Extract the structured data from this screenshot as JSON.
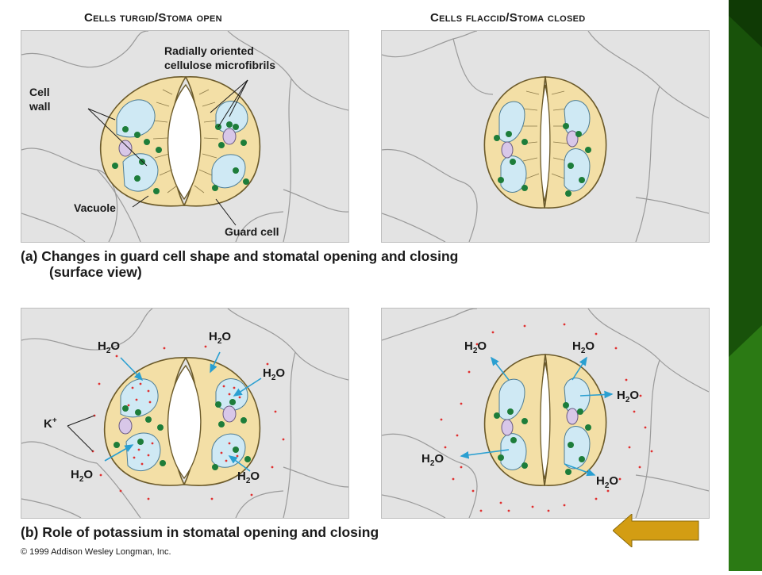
{
  "panel_a": {
    "title_open": "Cells turgid/Stoma open",
    "title_closed": "Cells flaccid/Stoma closed",
    "label_microfibrils_1": "Radially oriented",
    "label_microfibrils_2": "cellulose microfibrils",
    "label_cell_wall_1": "Cell",
    "label_cell_wall_2": "wall",
    "label_vacuole": "Vacuole",
    "label_guard_cell": "Guard cell",
    "caption_1": "(a) Changes in guard cell shape and stomatal opening and closing",
    "caption_2": "(surface view)"
  },
  "panel_b": {
    "water": "H",
    "water_sub": "2",
    "water_tail": "O",
    "ion": "K",
    "ion_sup": "+",
    "caption": "(b) Role of potassium in stomatal opening and closing"
  },
  "copyright": "© 1999 Addison Wesley Longman, Inc.",
  "colors": {
    "panel_bg": "#e3e3e3",
    "cell_wall_fill": "#f3dfa6",
    "pore_fill": "#ffffff",
    "vacuole_fill": "#cfe9f4",
    "chloroplast": "#1d7d3a",
    "nucleus_fill": "#d8c7e8",
    "arrow_blue": "#2a9fd1",
    "potassium_red": "#e03030",
    "sidebar_green": "#1d5e0c",
    "back_arrow": "#d39d13"
  },
  "icons": {
    "nav_back": "left-arrow-icon"
  }
}
